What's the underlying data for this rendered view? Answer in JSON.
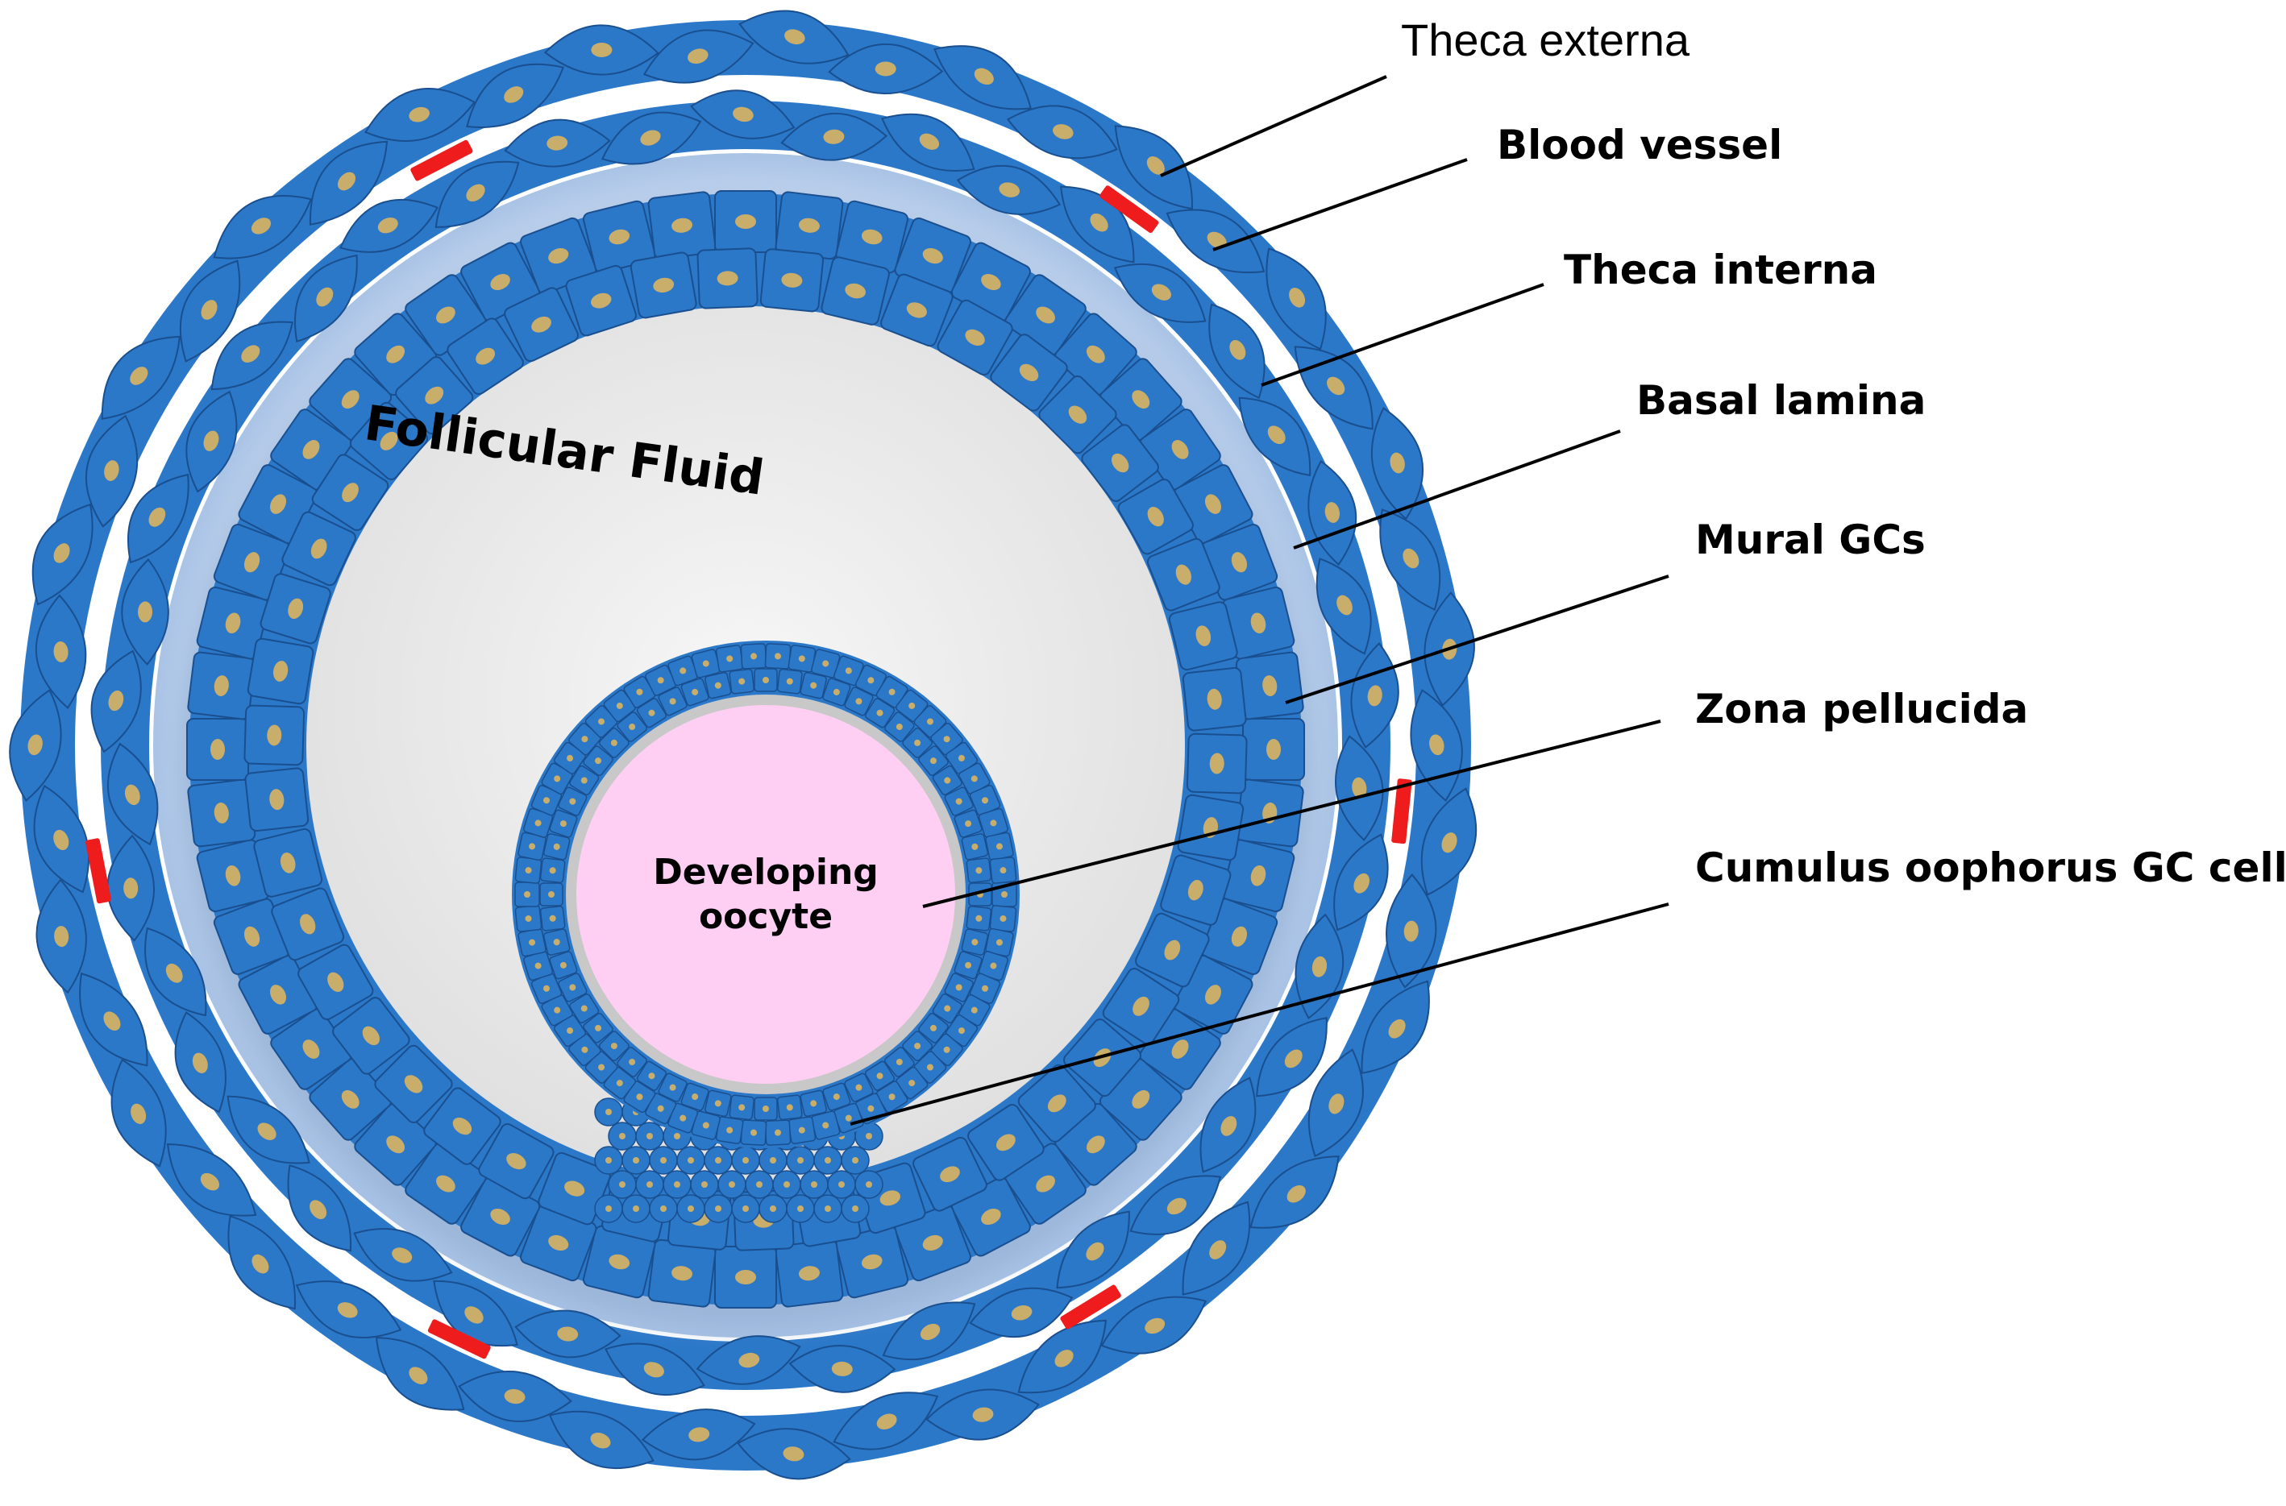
{
  "diagram": {
    "center_label": "Follicular Fluid",
    "oocyte_label": [
      "Developing",
      "oocyte"
    ],
    "labels": [
      {
        "id": "theca-externa",
        "text": "Theca externa",
        "thin": true
      },
      {
        "id": "blood-vessel",
        "text": "Blood vessel"
      },
      {
        "id": "theca-interna",
        "text": "Theca interna"
      },
      {
        "id": "basal-lamina",
        "text": "Basal lamina"
      },
      {
        "id": "mural-gcs",
        "text": "Mural GCs"
      },
      {
        "id": "zona-pellucida",
        "text": "Zona pellucida"
      },
      {
        "id": "cumulus",
        "text": "Cumulus oophorus GC cells"
      }
    ],
    "colors": {
      "cell": "#2b78c9",
      "cell_dark": "#1f5fa6",
      "cell_border": "#1a4f8f",
      "nucleus": "#c9ad6a",
      "blood_vessel": "#ee1c1c",
      "basal_band": "#c9d9ef",
      "fluid": "#eeeeee",
      "oocyte": "#ffcff3",
      "zona": "#c8c8c8"
    }
  }
}
